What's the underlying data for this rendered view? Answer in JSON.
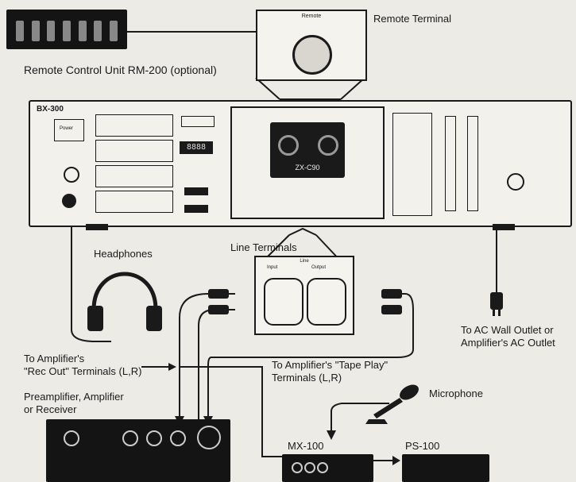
{
  "labels": {
    "remote_unit": "Remote Control Unit RM-200 (optional)",
    "remote_terminal": "Remote Terminal",
    "remote_panel": "Remote",
    "headphones": "Headphones",
    "line_terminals": "Line Terminals",
    "line_panel": "Line",
    "input": "Input",
    "output": "Output",
    "deck_model": "BX-300",
    "cassette_brand": "ZX-C90",
    "power": "Power",
    "counter": "8888",
    "to_rec_out": "To Amplifier's\n\"Rec Out\" Terminals (L,R)",
    "to_tape_play": "To Amplifier's \"Tape Play\"\nTerminals (L,R)",
    "ac_outlet": "To AC Wall Outlet or\nAmplifier's AC Outlet",
    "preamp": "Preamplifier, Amplifier\nor Receiver",
    "microphone": "Microphone",
    "mixer": "MX-100",
    "power_supply": "PS-100"
  }
}
